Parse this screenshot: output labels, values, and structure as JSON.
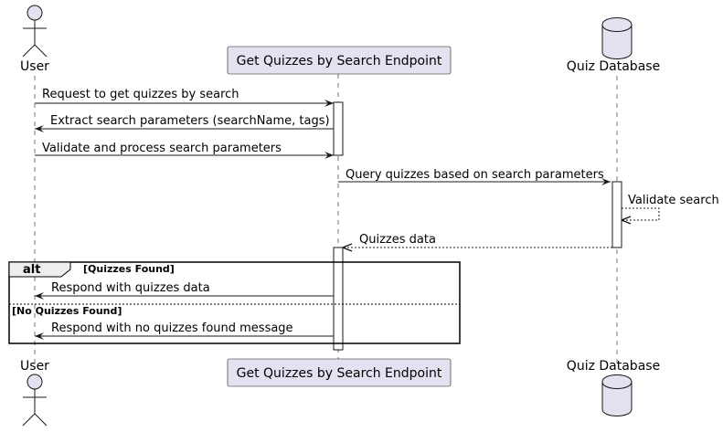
{
  "participants": {
    "user": "User",
    "endpoint": "Get Quizzes by Search Endpoint",
    "database": "Quiz Database"
  },
  "messages": [
    "Request to get quizzes by search",
    "Extract search parameters (searchName, tags)",
    "Validate and process search parameters",
    "Query quizzes based on search parameters",
    "Validate search",
    "Quizzes data",
    "Respond with quizzes data",
    "Respond with no quizzes found message"
  ],
  "alt": {
    "keyword": "alt",
    "guard1": "[Quizzes Found]",
    "guard2": "[No Quizzes Found]"
  },
  "colors": {
    "participant_fill": "#E2E2F0",
    "participant_border": "#181818",
    "lifeline": "#181818",
    "activation_fill": "#FFFFFF"
  }
}
